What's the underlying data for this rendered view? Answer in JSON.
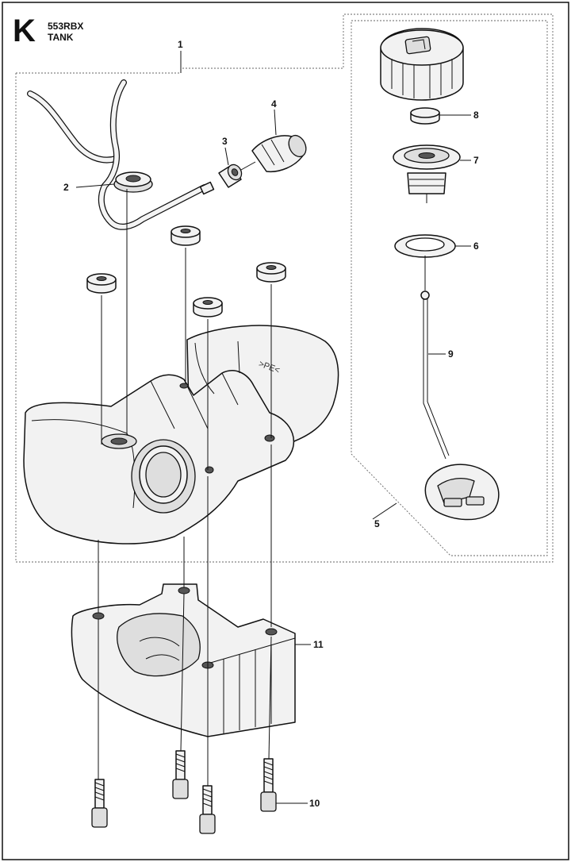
{
  "header": {
    "section_letter": "K",
    "model": "553RBX",
    "title": "TANK"
  },
  "callouts": [
    {
      "id": "1",
      "label": "1"
    },
    {
      "id": "2",
      "label": "2"
    },
    {
      "id": "3",
      "label": "3"
    },
    {
      "id": "4",
      "label": "4"
    },
    {
      "id": "5",
      "label": "5"
    },
    {
      "id": "6",
      "label": "6"
    },
    {
      "id": "7",
      "label": "7"
    },
    {
      "id": "8",
      "label": "8"
    },
    {
      "id": "9",
      "label": "9"
    },
    {
      "id": "10",
      "label": "10"
    },
    {
      "id": "11",
      "label": "11"
    }
  ],
  "tank_marking": ">PE<"
}
